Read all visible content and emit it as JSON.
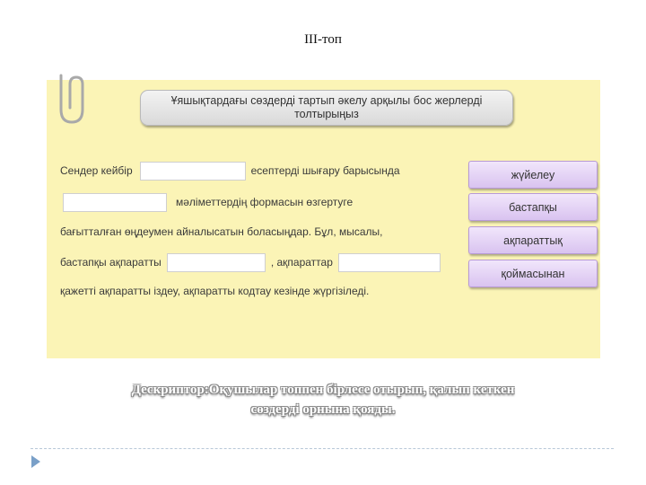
{
  "slide": {
    "title": "ІІІ-топ"
  },
  "exercise": {
    "instruction": "Ұяшықтардағы сөздерді тартып әкелу арқылы бос жерлерді толтырыңыз",
    "line1": {
      "before": "Сендер кейбір",
      "after": "есептерді шығару барысында"
    },
    "line2": {
      "after": "мәліметтердің формасын өзгертуге"
    },
    "line3": {
      "text": "бағытталған өңдеумен айналысатын боласыңдар.  Бұл, мысалы,"
    },
    "line4": {
      "before": "бастапқы ақпаратты",
      "middle": ", ақпараттар"
    },
    "line5": {
      "text": "қажетті ақпаратты іздеу, ақпаратты кодтау кезінде жүргізіледі."
    },
    "words": [
      "жүйелеу",
      "бастапқы",
      "ақпараттық",
      "қоймасынан"
    ]
  },
  "descriptor": {
    "line1": "Дескриптор:Оқушылар топпен бірлесе отырып, қалып кеткен",
    "line2": "сөздерді орнына қояды."
  },
  "colors": {
    "panel": "#fbf4b6",
    "word_button": "#d9c3f0",
    "instruction_box": "#e3e3e3"
  }
}
